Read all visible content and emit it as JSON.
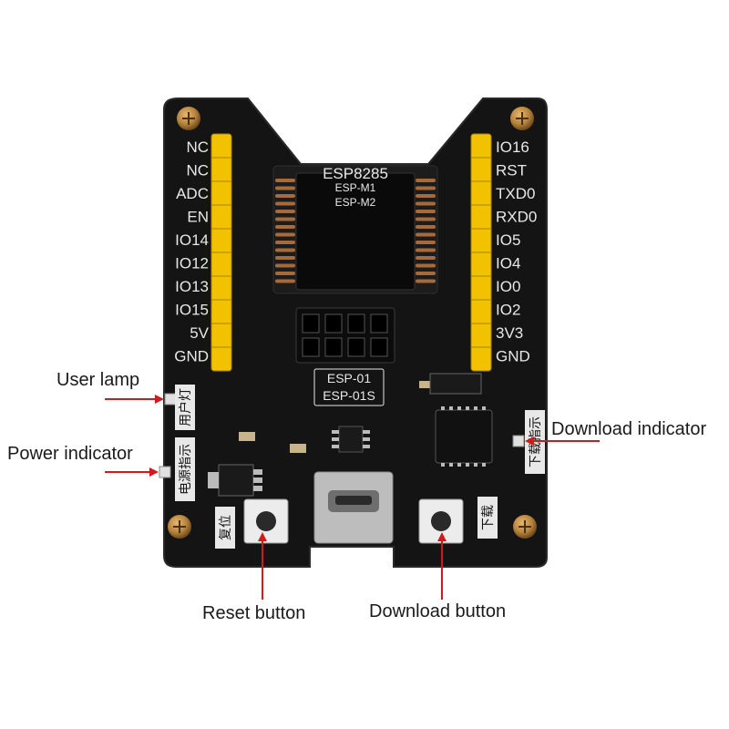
{
  "board": {
    "title": "ESP8285",
    "subtitle_1": "ESP-M1",
    "subtitle_2": "ESP-M2",
    "socket_label_1": "ESP-01",
    "socket_label_2": "ESP-01S",
    "left_pins": [
      "NC",
      "NC",
      "ADC",
      "EN",
      "IO14",
      "IO12",
      "IO13",
      "IO15",
      "5V",
      "GND"
    ],
    "right_pins": [
      "IO16",
      "RST",
      "TXD0",
      "RXD0",
      "IO5",
      "IO4",
      "IO0",
      "IO2",
      "3V3",
      "GND"
    ],
    "silk_user_lamp": "用户灯",
    "silk_power": "电源指示",
    "silk_download_led": "下载指示",
    "silk_reset": "复位",
    "silk_download_btn": "下载"
  },
  "callouts": {
    "user_lamp": "User lamp",
    "power_indicator": "Power indicator",
    "download_indicator": "Download indicator",
    "reset_button": "Reset button",
    "download_button": "Download button"
  },
  "colors": {
    "pcb": "#141414",
    "pin_header": "#f2c200",
    "silk": "#e8e8e8",
    "arrow": "#d11a1a",
    "screw": "#b8843e"
  }
}
